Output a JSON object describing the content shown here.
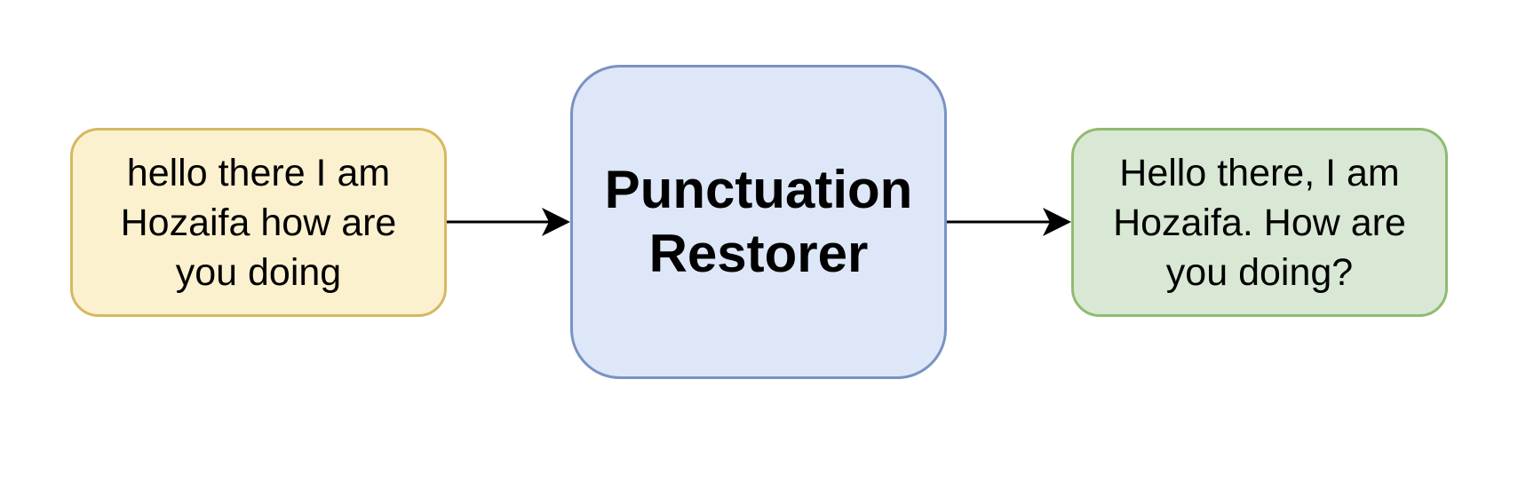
{
  "nodes": {
    "input": {
      "text": "hello there I am\nHozaifa how are\nyou doing",
      "fill": "#fcf1cf",
      "stroke": "#d5b860"
    },
    "process": {
      "text": "Punctuation\nRestorer",
      "fill": "#dde7f8",
      "stroke": "#7a92c2"
    },
    "output": {
      "text": "Hello there, I am\nHozaifa. How are\nyou doing?",
      "fill": "#d9e8d4",
      "stroke": "#8fbb6f"
    }
  },
  "edges": [
    {
      "from": "input",
      "to": "process"
    },
    {
      "from": "process",
      "to": "output"
    }
  ],
  "colors": {
    "arrow": "#000000",
    "background": "#ffffff"
  }
}
